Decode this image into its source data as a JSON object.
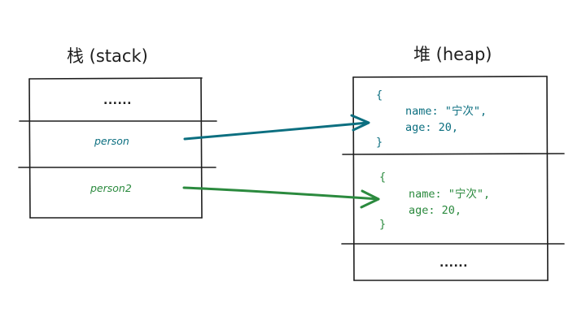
{
  "stack": {
    "title": "栈 (stack)",
    "top_cell": "......",
    "var1": "person",
    "var2": "person2"
  },
  "heap": {
    "title": "堆 (heap)",
    "obj1": {
      "open": "{",
      "line1": "name: \"宁次\",",
      "line2": "age: 20,",
      "close": "}"
    },
    "obj2": {
      "open": "{",
      "line1": "name: \"宁次\",",
      "line2": "age: 20,",
      "close": "}"
    },
    "bottom_cell": "......"
  },
  "colors": {
    "ink": "#1e1e1e",
    "teal": "#0c6f80",
    "green": "#2b8a3e"
  }
}
